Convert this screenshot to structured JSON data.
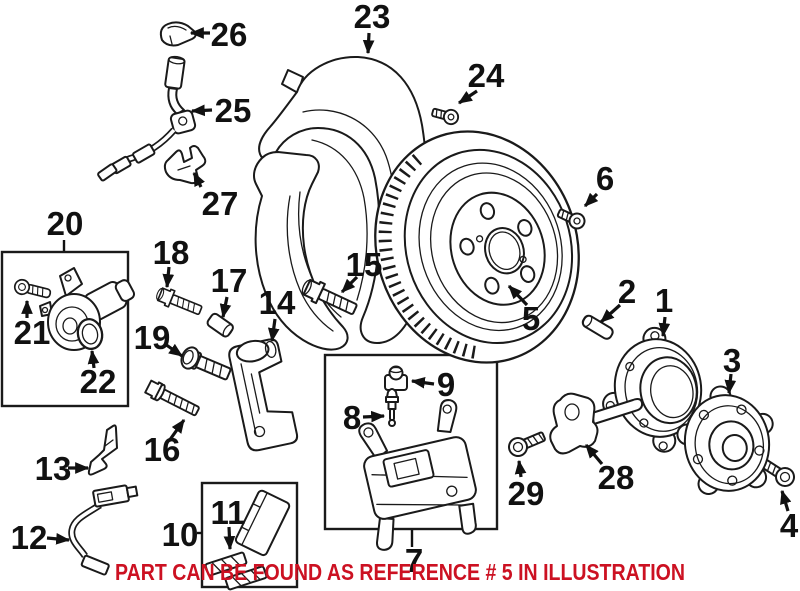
{
  "diagram": {
    "background": "#ffffff",
    "line_color": "#1a1a1a",
    "highlighted_reference": "5"
  },
  "banner": {
    "text": "PART CAN BE FOUND AS REFERENCE # 5 IN ILLUSTRATION",
    "color": "#cc1122"
  },
  "callouts": [
    {
      "ref": "1"
    },
    {
      "ref": "2"
    },
    {
      "ref": "3"
    },
    {
      "ref": "4"
    },
    {
      "ref": "5"
    },
    {
      "ref": "6"
    },
    {
      "ref": "7"
    },
    {
      "ref": "8"
    },
    {
      "ref": "9"
    },
    {
      "ref": "10"
    },
    {
      "ref": "11"
    },
    {
      "ref": "12"
    },
    {
      "ref": "13"
    },
    {
      "ref": "14"
    },
    {
      "ref": "15"
    },
    {
      "ref": "16"
    },
    {
      "ref": "17"
    },
    {
      "ref": "18"
    },
    {
      "ref": "19"
    },
    {
      "ref": "20"
    },
    {
      "ref": "21"
    },
    {
      "ref": "22"
    },
    {
      "ref": "23"
    },
    {
      "ref": "24"
    },
    {
      "ref": "25"
    },
    {
      "ref": "26"
    },
    {
      "ref": "27"
    },
    {
      "ref": "28"
    },
    {
      "ref": "29"
    }
  ]
}
